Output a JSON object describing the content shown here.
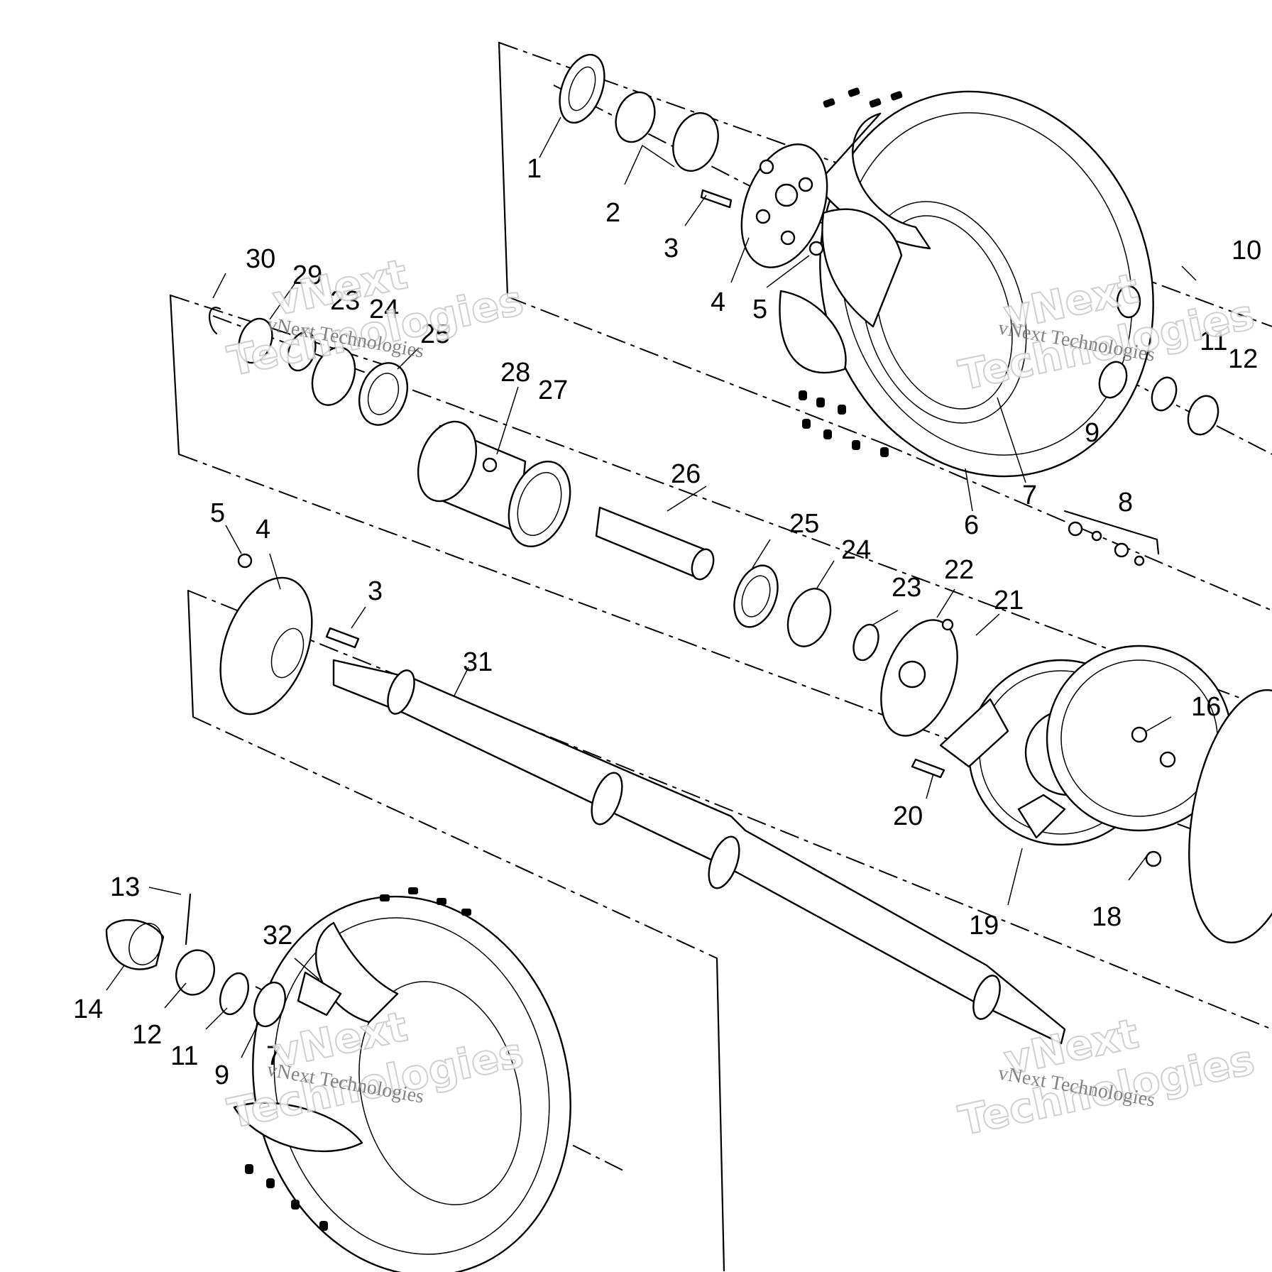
{
  "callouts": [
    {
      "id": "c1",
      "label": "1"
    },
    {
      "id": "c2",
      "label": "2"
    },
    {
      "id": "c3a",
      "label": "3"
    },
    {
      "id": "c4a",
      "label": "4"
    },
    {
      "id": "c5a",
      "label": "5"
    },
    {
      "id": "c6",
      "label": "6"
    },
    {
      "id": "c7a",
      "label": "7"
    },
    {
      "id": "c8",
      "label": "8"
    },
    {
      "id": "c9a",
      "label": "9"
    },
    {
      "id": "c10",
      "label": "10"
    },
    {
      "id": "c11a",
      "label": "11"
    },
    {
      "id": "c12a",
      "label": "12"
    },
    {
      "id": "c30",
      "label": "30"
    },
    {
      "id": "c29",
      "label": "29"
    },
    {
      "id": "c23a",
      "label": "23"
    },
    {
      "id": "c24a",
      "label": "24"
    },
    {
      "id": "c25a",
      "label": "25"
    },
    {
      "id": "c28",
      "label": "28"
    },
    {
      "id": "c27",
      "label": "27"
    },
    {
      "id": "c26",
      "label": "26"
    },
    {
      "id": "c25b",
      "label": "25"
    },
    {
      "id": "c24b",
      "label": "24"
    },
    {
      "id": "c23b",
      "label": "23"
    },
    {
      "id": "c22",
      "label": "22"
    },
    {
      "id": "c21",
      "label": "21"
    },
    {
      "id": "c5b",
      "label": "5"
    },
    {
      "id": "c4b",
      "label": "4"
    },
    {
      "id": "c3b",
      "label": "3"
    },
    {
      "id": "c31",
      "label": "31"
    },
    {
      "id": "c16",
      "label": "16"
    },
    {
      "id": "c20",
      "label": "20"
    },
    {
      "id": "c19",
      "label": "19"
    },
    {
      "id": "c18",
      "label": "18"
    },
    {
      "id": "c13",
      "label": "13"
    },
    {
      "id": "c32",
      "label": "32"
    },
    {
      "id": "c14",
      "label": "14"
    },
    {
      "id": "c12b",
      "label": "12"
    },
    {
      "id": "c11b",
      "label": "11"
    },
    {
      "id": "c9b",
      "label": "9"
    },
    {
      "id": "c7b",
      "label": "7"
    }
  ],
  "watermarks": [
    {
      "id": "wm1",
      "big": "vNext",
      "big2": "Technologies",
      "small": "vNext Technologies"
    },
    {
      "id": "wm2",
      "big": "vNext",
      "big2": "Technologies",
      "small": "vNext Technologies"
    },
    {
      "id": "wm3",
      "big": "vNext",
      "big2": "Technologies",
      "small": "vNext Technologies"
    },
    {
      "id": "wm4",
      "big": "vNext",
      "big2": "Technologies",
      "small": "vNext Technologies"
    }
  ]
}
